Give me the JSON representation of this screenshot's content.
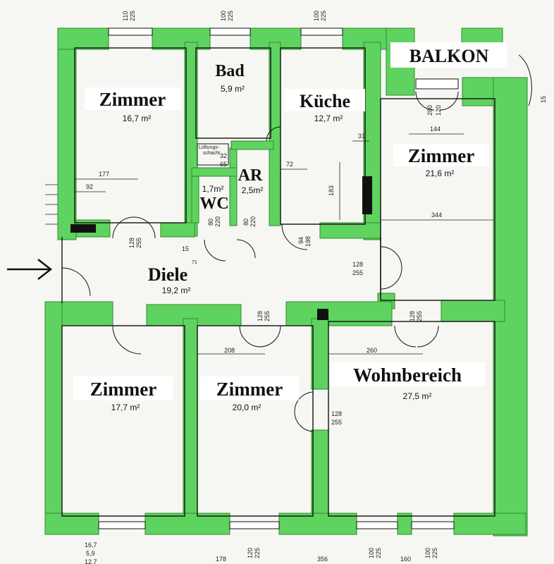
{
  "rooms": {
    "zimmer_nw": {
      "name": "Zimmer",
      "area": "16,7 m²"
    },
    "bad": {
      "name": "Bad",
      "area": "5,9 m²"
    },
    "kueche": {
      "name": "Küche",
      "area": "12,7 m²"
    },
    "balkon": {
      "name": "BALKON"
    },
    "zimmer_ne": {
      "name": "Zimmer",
      "area": "21,6 m²"
    },
    "wc": {
      "name": "WC",
      "area": "1,7m²"
    },
    "ar": {
      "name": "AR",
      "area": "2,5m²"
    },
    "diele": {
      "name": "Diele",
      "area": "19,2 m²"
    },
    "zimmer_sw": {
      "name": "Zimmer",
      "area": "17,7 m²"
    },
    "zimmer_s": {
      "name": "Zimmer",
      "area": "20,0 m²"
    },
    "wohnbereich": {
      "name": "Wohnbereich",
      "area": "27,5 m²"
    }
  },
  "labels": {
    "lueftungsschacht_1": "Lüftungs-",
    "lueftungsschacht_2": "schacht"
  },
  "dimensions": {
    "top_win_1_a": "110",
    "top_win_1_b": "225",
    "top_win_2_a": "100",
    "top_win_2_b": "225",
    "top_win_3_a": "100",
    "top_win_3_b": "225",
    "d177": "177",
    "d92": "92",
    "d32": "32",
    "d65": "65",
    "d72": "72",
    "d31": "31",
    "d183": "183",
    "d144": "144",
    "d280": "280",
    "d120": "120",
    "d344": "344",
    "door_nw_a": "128",
    "door_nw_b": "255",
    "wc_a": "80",
    "wc_b": "220",
    "ar_a": "80",
    "ar_b": "220",
    "k_a": "94",
    "k_b": "198",
    "door_ne_a": "128",
    "door_ne_b": "255",
    "d71": "71",
    "d15": "15",
    "door_s_a": "128",
    "door_s_b": "255",
    "door_se_a": "128",
    "door_se_b": "255",
    "d208": "208",
    "d260": "260",
    "door_w_a": "128",
    "door_w_b": "255",
    "bottom_1": "178",
    "bottom_2_a": "120",
    "bottom_2_b": "225",
    "bottom_3": "356",
    "bottom_4_a": "100",
    "bottom_4_b": "225",
    "bottom_5": "160",
    "bottom_6_a": "100",
    "bottom_6_b": "225",
    "left_a": "16,7",
    "left_b": "5,9",
    "left_c": "12,7",
    "edge_num": "15"
  },
  "colors": {
    "wall_fill": "#5fd35f",
    "wall_stroke": "#2e8b2e",
    "paper": "#f6f6f3",
    "entry_arrow": "#111111"
  },
  "icons": {
    "entry": "arrow-right-icon"
  }
}
